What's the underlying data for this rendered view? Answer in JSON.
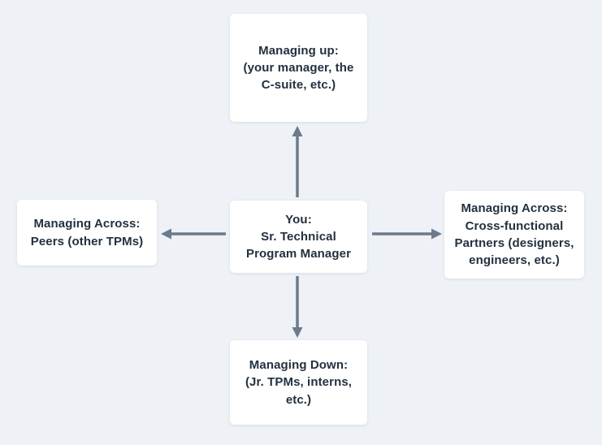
{
  "colors": {
    "background": "#eef1f5",
    "node_background": "#ffffff",
    "text": "#233140",
    "arrow": "#6b7b8c"
  },
  "diagram": {
    "center": {
      "label": "You:\nSr. Technical\nProgram Manager"
    },
    "top": {
      "label": "Managing up:\n(your manager, the\nC-suite, etc.)"
    },
    "left": {
      "label": "Managing Across:\nPeers (other TPMs)"
    },
    "right": {
      "label": "Managing Across:\nCross-functional\nPartners (designers,\nengineers, etc.)"
    },
    "bottom": {
      "label": "Managing Down:\n(Jr. TPMs, interns,\netc.)"
    },
    "arrows": [
      {
        "direction": "up",
        "from": "center",
        "to": "top"
      },
      {
        "direction": "down",
        "from": "center",
        "to": "bottom"
      },
      {
        "direction": "left",
        "from": "center",
        "to": "left"
      },
      {
        "direction": "right",
        "from": "center",
        "to": "right"
      }
    ]
  }
}
